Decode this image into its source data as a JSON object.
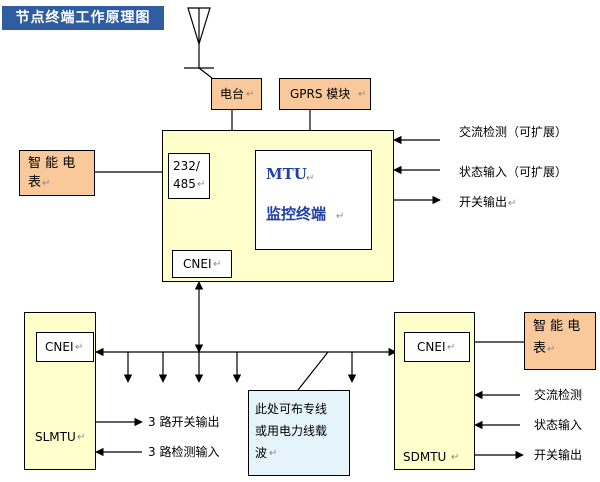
{
  "title": "节点终端工作原理图",
  "boxes": {
    "radio": "电台",
    "gprs": "GPRS 模块",
    "meter_left_line1": "智 能 电",
    "meter_left_line2": "表",
    "port_232": "232/",
    "port_485": "485",
    "mtu_line1": "MTU",
    "mtu_line2": "监控终端",
    "cnei_mtu": "CNEI",
    "cnei_sl": "CNEI",
    "sl_name": "SLMTU",
    "cnei_sd": "CNEI",
    "sd_name": "SDMTU",
    "meter_right_line1": "智 能 电",
    "meter_right_line2": "表",
    "bus_note_line1": "此处可布专线",
    "bus_note_line2": "或用电力线载",
    "bus_note_line3": "波"
  },
  "labels": {
    "ac_detect_ext": "交流检测（可扩展）",
    "status_in_ext": "状态输入（可扩展）",
    "switch_out_mtu": "开关输出",
    "sl_switch_out": "3 路开关输出",
    "sl_detect_in": "3 路检测输入",
    "ac_detect": "交流检测",
    "status_in": "状态输入",
    "switch_out_sd": "开关输出"
  },
  "glyph": "↵",
  "colors": {
    "title_bg": "#2f5d9f",
    "orange_box": "#f9c99b",
    "yellow_box": "#ffffcc",
    "note_box": "#e5f3fb",
    "mtu_text": "#2040a8"
  }
}
